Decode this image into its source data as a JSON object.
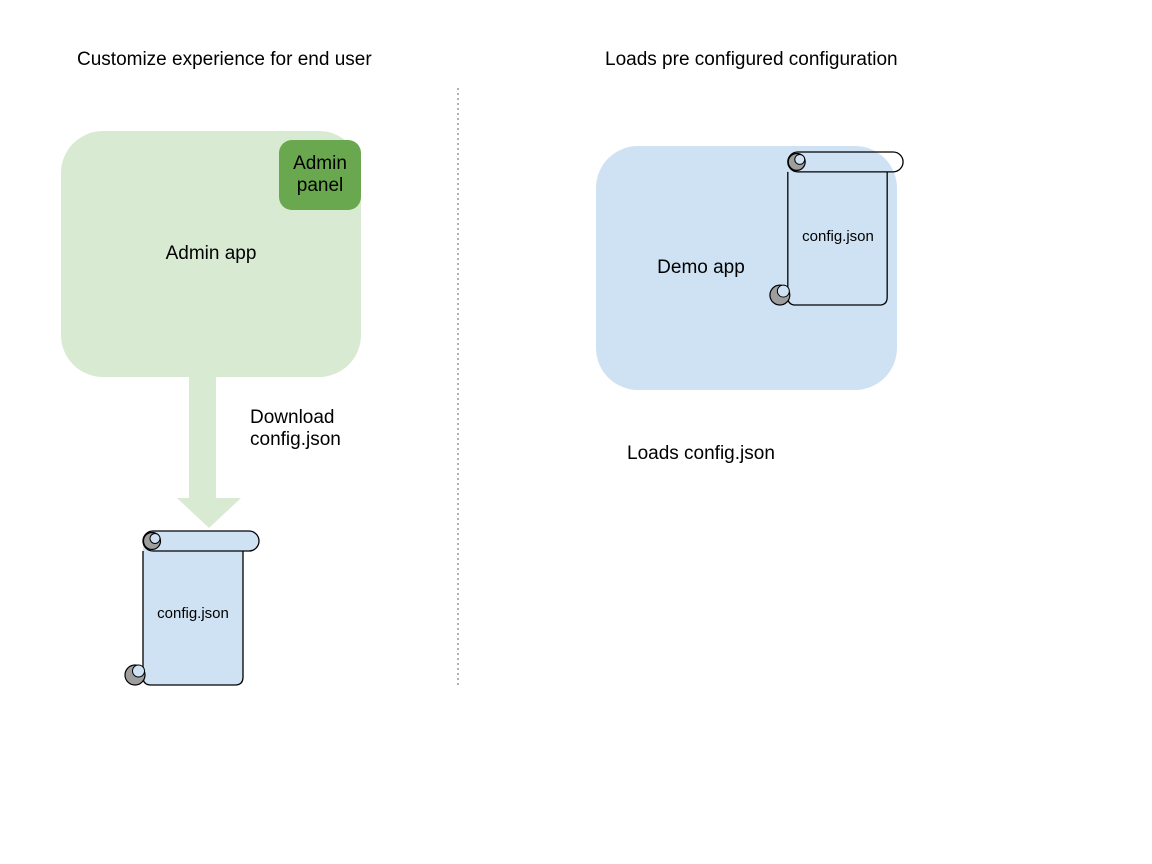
{
  "diagram": {
    "left": {
      "title": "Customize experience for end user",
      "admin_app_label": "Admin app",
      "admin_panel_label": "Admin panel",
      "arrow_label": "Download config.json",
      "file_label": "config.json"
    },
    "right": {
      "title": "Loads pre configured configuration",
      "demo_app_label": "Demo app",
      "file_label": "config.json",
      "caption": "Loads config.json"
    },
    "colors": {
      "app_green": "#d9ead3",
      "panel_green": "#6aa84f",
      "file_blue": "#cfe2f3",
      "outline": "#000000",
      "roll_gray": "#9e9e9e",
      "divider_gray": "#999999",
      "text": "#000000"
    }
  }
}
